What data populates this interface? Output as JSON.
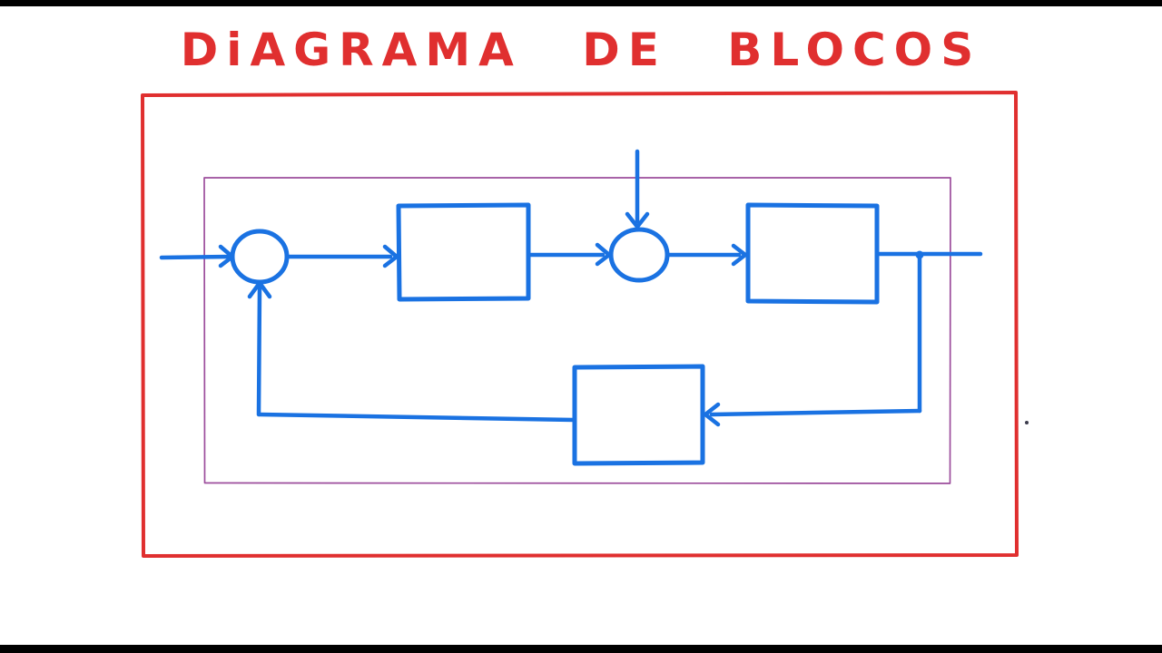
{
  "title": {
    "text": "DiAGRAMA DE BLOCOS"
  },
  "colors": {
    "ink-red": "#e02f2f",
    "ink-blue": "#1a72e2",
    "ink-purple": "#9c4d9c",
    "letterbox": "#000000",
    "background": "#ffffff"
  },
  "diagram": {
    "type": "control-loop-block-diagram",
    "style": "hand-drawn, unlabeled blocks",
    "frames": [
      {
        "id": "outer-frame",
        "color": "ink-red"
      },
      {
        "id": "inner-frame",
        "color": "ink-purple"
      }
    ],
    "nodes": [
      {
        "id": "summing-junction-1",
        "kind": "summing-junction",
        "shape": "circle",
        "label": ""
      },
      {
        "id": "forward-block-1",
        "kind": "block",
        "shape": "rectangle",
        "label": ""
      },
      {
        "id": "summing-junction-2",
        "kind": "summing-junction",
        "shape": "circle",
        "label": ""
      },
      {
        "id": "forward-block-2",
        "kind": "block",
        "shape": "rectangle",
        "label": ""
      },
      {
        "id": "feedback-block",
        "kind": "block",
        "shape": "rectangle",
        "label": ""
      }
    ],
    "connections": [
      {
        "from": "external-input-left",
        "to": "summing-junction-1",
        "arrow": true
      },
      {
        "from": "summing-junction-1",
        "to": "forward-block-1",
        "arrow": true
      },
      {
        "from": "forward-block-1",
        "to": "summing-junction-2",
        "arrow": true
      },
      {
        "from": "external-input-top",
        "to": "summing-junction-2",
        "arrow": true
      },
      {
        "from": "summing-junction-2",
        "to": "forward-block-2",
        "arrow": true
      },
      {
        "from": "forward-block-2",
        "to": "output-right",
        "arrow": false
      },
      {
        "from": "output-tap-junction",
        "to": "feedback-block",
        "arrow": true
      },
      {
        "from": "feedback-block",
        "to": "summing-junction-1",
        "arrow": true
      }
    ]
  }
}
